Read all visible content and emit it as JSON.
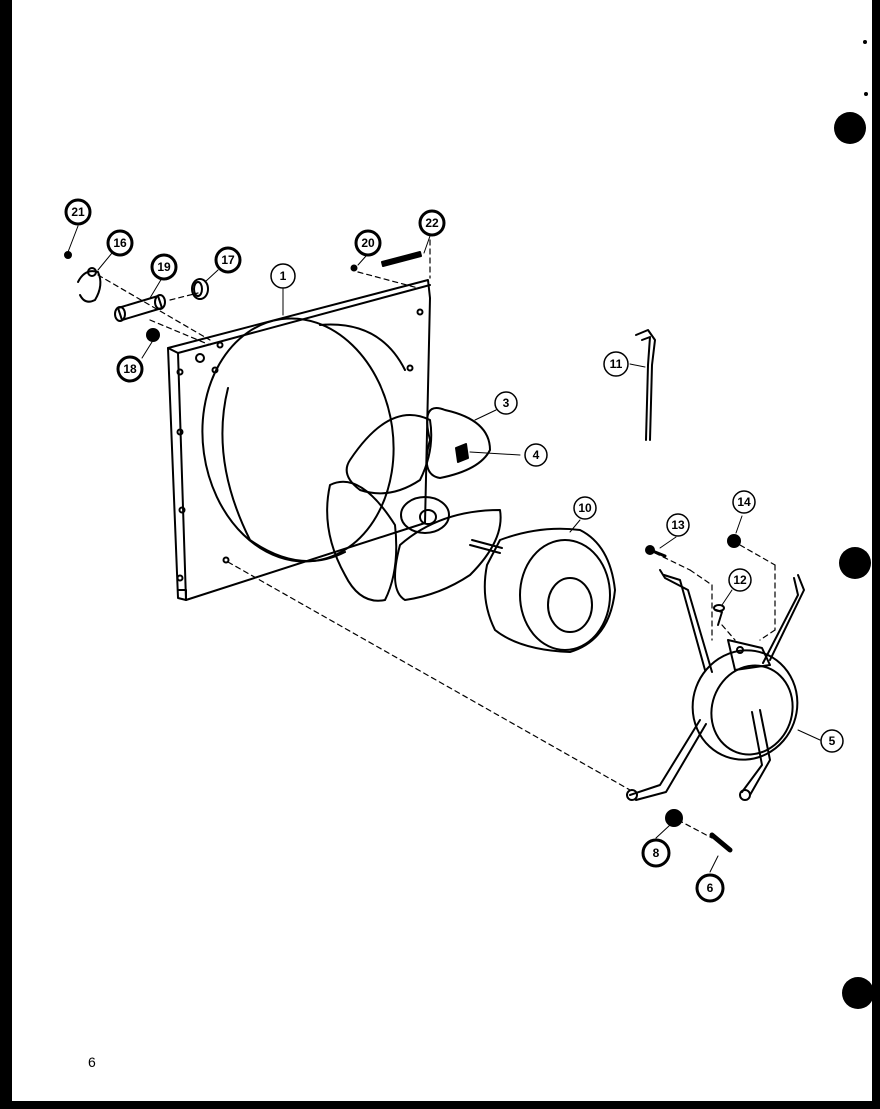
{
  "page": {
    "page_number": "6"
  },
  "callouts": [
    {
      "id": "c21",
      "label": "21",
      "filled": true
    },
    {
      "id": "c16",
      "label": "16",
      "filled": true
    },
    {
      "id": "c19",
      "label": "19",
      "filled": true
    },
    {
      "id": "c17",
      "label": "17",
      "filled": true
    },
    {
      "id": "c1",
      "label": "1",
      "filled": false
    },
    {
      "id": "c20",
      "label": "20",
      "filled": true
    },
    {
      "id": "c22",
      "label": "22",
      "filled": true
    },
    {
      "id": "c18",
      "label": "18",
      "filled": true
    },
    {
      "id": "c11",
      "label": "11",
      "filled": false
    },
    {
      "id": "c3",
      "label": "3",
      "filled": false
    },
    {
      "id": "c4",
      "label": "4",
      "filled": false
    },
    {
      "id": "c10",
      "label": "10",
      "filled": false
    },
    {
      "id": "c14",
      "label": "14",
      "filled": false
    },
    {
      "id": "c13",
      "label": "13",
      "filled": false
    },
    {
      "id": "c12",
      "label": "12",
      "filled": false
    },
    {
      "id": "c5",
      "label": "5",
      "filled": false
    },
    {
      "id": "c8",
      "label": "8",
      "filled": true
    },
    {
      "id": "c6",
      "label": "6",
      "filled": true
    }
  ],
  "colors": {
    "ink": "#000000",
    "paper": "#ffffff"
  }
}
